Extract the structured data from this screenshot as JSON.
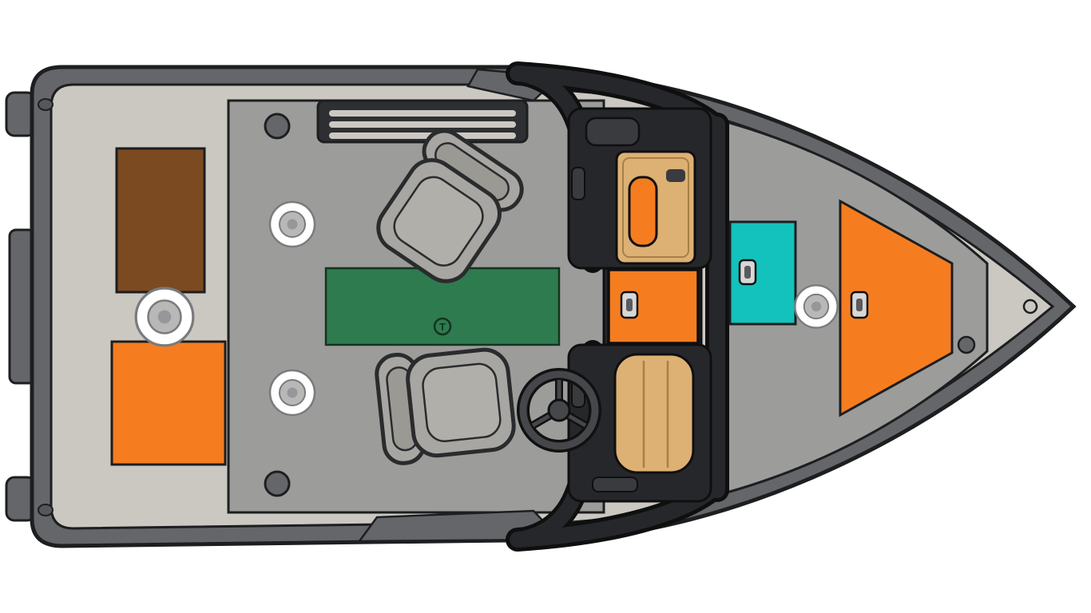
{
  "title": "Aluminum fishing boat floorplan (top view)",
  "labels": {
    "mat_logo": "T"
  },
  "colors": {
    "background": "#ffffff",
    "outline": "#1d1e20",
    "hull": "#64666a",
    "liner": "#cbc8c2",
    "deck": "#9c9c9a",
    "console": "#26272a",
    "grill": "#2e2f32",
    "grill_slat": "#cbc8c2",
    "seat": "#a7a6a2",
    "seat_inner": "#b0afa9",
    "seat_base_white": "#ffffff",
    "seat_base_gray": "#b8b8b6",
    "brown": "#7b4a20",
    "orange": "#f57d20",
    "green": "#2e7b4f",
    "green_line": "#14331f",
    "teal": "#13c2bc",
    "tan": "#ddb074",
    "tan_line": "#a87f46",
    "latch_gray": "#d8d8d6",
    "latch_slot": "#5a5b5e",
    "detail_dark": "#3a3b3e",
    "wheel": "#46474a",
    "nav_light": "#cbc8c2"
  },
  "parts": [
    "transom-motor-mount",
    "stern-casting-platform",
    "brown-storage-hatch",
    "orange-stern-hatch",
    "pedestal-seat-base",
    "rod-storage-locker",
    "green-floor-mat",
    "pedestal-seat",
    "walk-through-windshield",
    "port-console-glove-box",
    "orange-grab-handle",
    "orange-cooler-box",
    "helm-seat-cushion",
    "steering-wheel",
    "teal-livewell",
    "bow-seat-base",
    "orange-bow-storage-hatch",
    "navigation-light"
  ]
}
